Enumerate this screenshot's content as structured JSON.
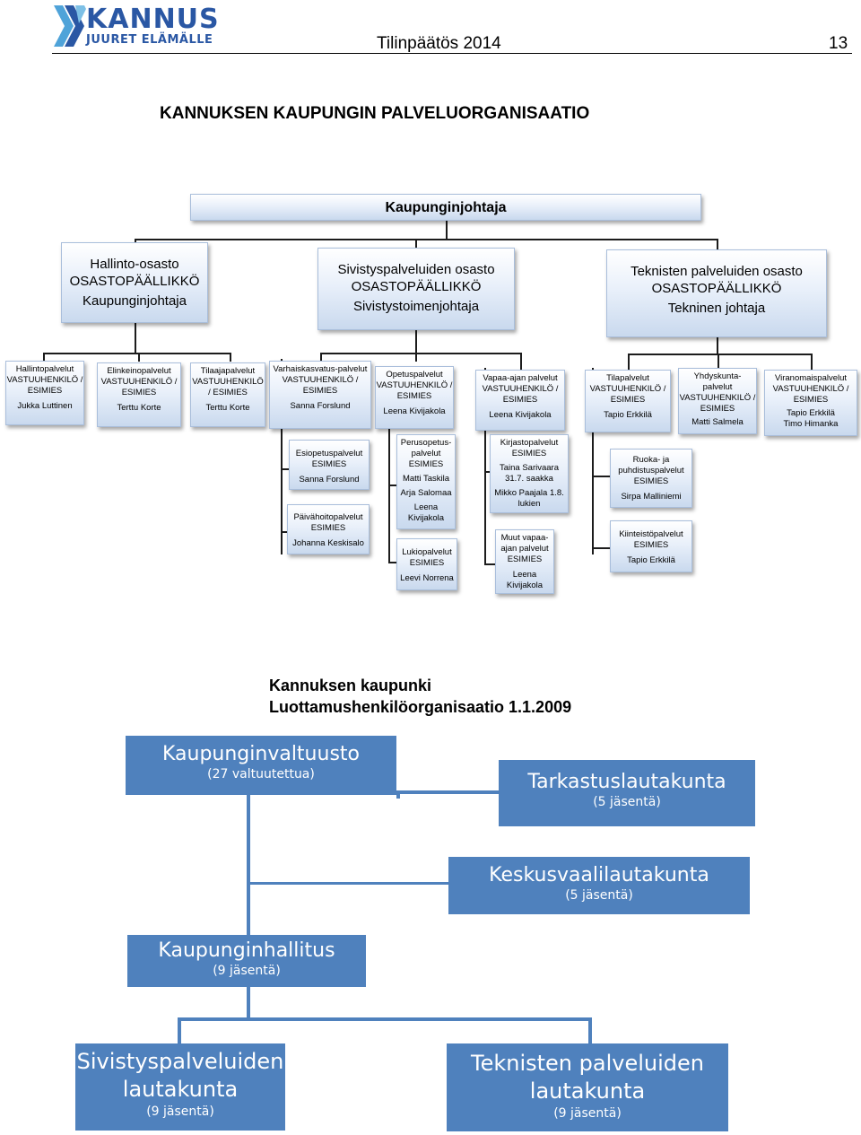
{
  "header": {
    "logo_main": "KANNUS",
    "logo_sub": "JUURET ELÄMÄLLE",
    "title": "Tilinpäätös 2014",
    "page_number": "13"
  },
  "doc_title": "KANNUKSEN KAUPUNGIN PALVELUORGANISAATIO",
  "org": {
    "top": "Kaupunginjohtaja",
    "departments": [
      {
        "name": "Hallinto-osasto",
        "role": "OSASTOPÄÄLLIKKÖ",
        "holder": "Kaupunginjohtaja"
      },
      {
        "name": "Sivistyspalveluiden osasto",
        "role": "OSASTOPÄÄLLIKKÖ",
        "holder": "Sivistystoimenjohtaja"
      },
      {
        "name": "Teknisten palveluiden osasto",
        "role": "OSASTOPÄÄLLIKKÖ",
        "holder": "Tekninen johtaja"
      }
    ],
    "units": [
      {
        "l1": "Hallintopalvelut",
        "l2": "VASTUUHENKILÖ /",
        "l3": "ESIMIES",
        "nm": "Jukka Luttinen"
      },
      {
        "l1": "Elinkeinopalvelut",
        "l2": "VASTUUHENKILÖ /",
        "l3": "ESIMIES",
        "nm": "Terttu Korte"
      },
      {
        "l1": "Tilaajapalvelut",
        "l2": "VASTUUHENKILÖ",
        "l3": "/ ESIMIES",
        "nm": "Terttu Korte"
      },
      {
        "l1": "Varhaiskasvatus-palvelut",
        "l2": "VASTUUHENKILÖ /",
        "l3": "ESIMIES",
        "nm": "Sanna Forslund"
      },
      {
        "l1": "Opetuspalvelut",
        "l2": "VASTUUHENKILÖ /",
        "l3": "ESIMIES",
        "nm": "Leena Kivijakola"
      },
      {
        "l1": "Vapaa-ajan palvelut",
        "l2": "VASTUUHENKILÖ /",
        "l3": "ESIMIES",
        "nm": "Leena Kivijakola"
      },
      {
        "l1": "Tilapalvelut",
        "l2": "VASTUUHENKILÖ /",
        "l3": "ESIMIES",
        "nm": "Tapio Erkkilä"
      },
      {
        "l1": "Yhdyskunta-",
        "l2": "palvelut",
        "l3": "VASTUUHENKILÖ /",
        "l4": "ESIMIES",
        "nm": "Matti Salmela"
      },
      {
        "l1": "Viranomaispalvelut",
        "l2": "VASTUUHENKILÖ /",
        "l3": "ESIMIES",
        "nm": "Tapio Erkkilä",
        "nm2": "Timo Himanka"
      }
    ],
    "subunits": {
      "esiopetus": {
        "l1": "Esiopetuspalvelut",
        "l2": "ESIMIES",
        "nm": "Sanna Forslund"
      },
      "paivahoito": {
        "l1": "Päivähoitopalvelut",
        "l2": "ESIMIES",
        "nm": "Johanna Keskisalo"
      },
      "perusopetus": {
        "l1": "Perusopetus-",
        "l2": "palvelut",
        "l3": "ESIMIES",
        "n1": "Matti Taskila",
        "n2": "Arja Salomaa",
        "n3": "Leena",
        "n4": "Kivijakola"
      },
      "lukio": {
        "l1": "Lukiopalvelut",
        "l2": "ESIMIES",
        "nm": "Leevi Norrena"
      },
      "kirjasto": {
        "l1": "Kirjastopalvelut",
        "l2": "ESIMIES",
        "n1": "Taina Sarivaara",
        "n2": "31.7. saakka",
        "n3": "Mikko Paajala 1.8.",
        "n4": "lukien"
      },
      "muut": {
        "l1": "Muut vapaa-",
        "l2": "ajan palvelut",
        "l3": "ESIMIES",
        "n1": "Leena",
        "n2": "Kivijakola"
      },
      "ruoka": {
        "l1": "Ruoka- ja",
        "l2": "puhdistuspalvelut",
        "l3": "ESIMIES",
        "nm": "Sirpa Malliniemi"
      },
      "kiinteisto": {
        "l1": "Kiinteistöpalvelut",
        "l2": "ESIMIES",
        "nm": "Tapio Erkkilä"
      }
    }
  },
  "luottamus": {
    "title1": "Kannuksen kaupunki",
    "title2": "Luottamushenkilöorganisaatio 1.1.2009",
    "valtuusto": {
      "name": "Kaupunginvaltuusto",
      "members": "(27 valtuutettua)"
    },
    "tarkastus": {
      "name": "Tarkastuslautakunta",
      "members": "(5 jäsentä)"
    },
    "keskusvaali": {
      "name": "Keskusvaalilautakunta",
      "members": "(5 jäsentä)"
    },
    "hallitus": {
      "name": "Kaupunginhallitus",
      "members": "(9 jäsentä)"
    },
    "sivistys": {
      "name1": "Sivistyspalveluiden",
      "name2": "lautakunta",
      "members": "(9 jäsentä)"
    },
    "tekninen": {
      "name1": "Teknisten palveluiden",
      "name2": "lautakunta",
      "members": "(9 jäsentä)"
    }
  },
  "colors": {
    "accent_blue": "#4f81bd",
    "logo_blue": "#2a57a4"
  }
}
